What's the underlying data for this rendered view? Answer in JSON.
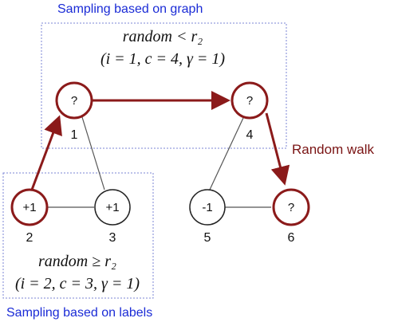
{
  "captions": {
    "top": "Sampling based on graph",
    "bottom": "Sampling based on labels",
    "walk": "Random walk"
  },
  "formulas": {
    "top_line1": "random < r₂",
    "top_line2": "(i = 1, c = 4, γ = 1)",
    "bottom_line1": "random ≥ r₂",
    "bottom_line2": "(i = 2, c = 3, γ = 1)"
  },
  "nodes": [
    {
      "id": "1",
      "value": "?",
      "highlighted": true
    },
    {
      "id": "4",
      "value": "?",
      "highlighted": true
    },
    {
      "id": "2",
      "value": "+1",
      "highlighted": true
    },
    {
      "id": "3",
      "value": "+1",
      "highlighted": false
    },
    {
      "id": "5",
      "value": "-1",
      "highlighted": false
    },
    {
      "id": "6",
      "value": "?",
      "highlighted": true
    }
  ],
  "colors": {
    "caption": "#1a2bd6",
    "walk": "#7a1414",
    "highlight_node": "#8b1a1a",
    "plain_node": "#222222",
    "box_border": "#7b86d6"
  }
}
